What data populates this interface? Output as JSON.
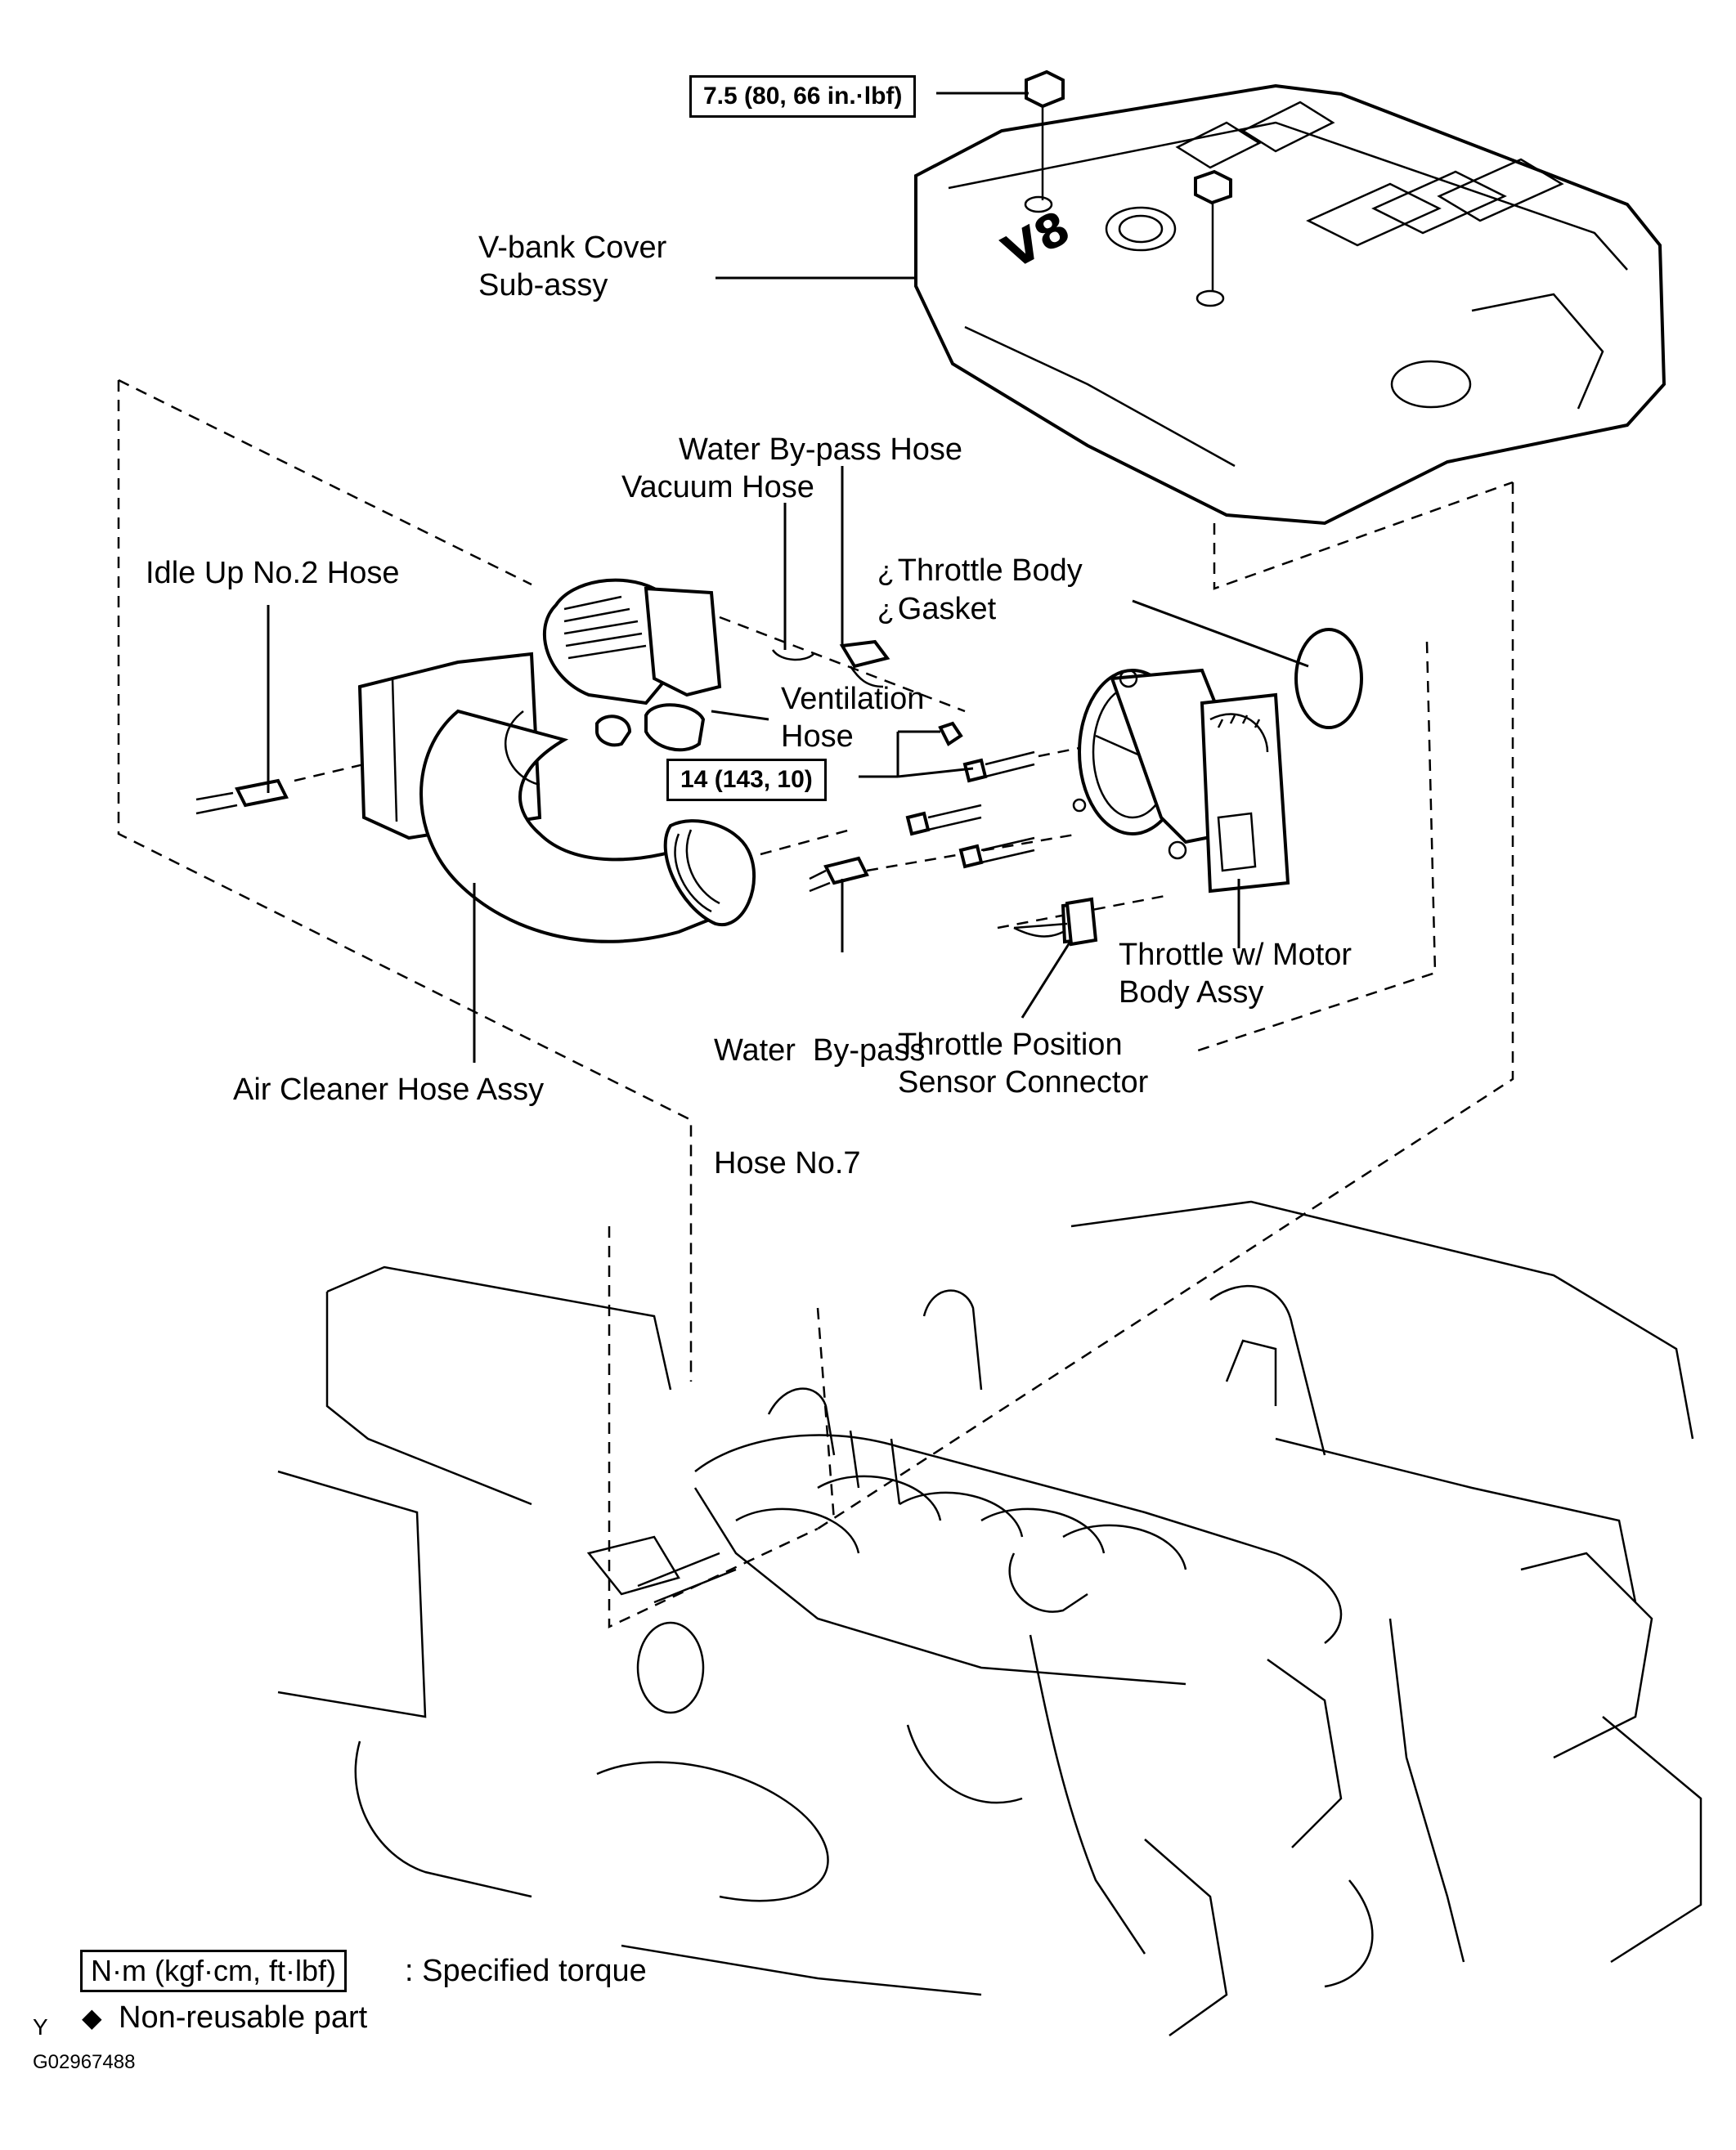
{
  "diagram": {
    "figure_id": "G02967488",
    "corner_mark": "Y",
    "labels": {
      "vbank_cover": [
        "V-bank Cover",
        "Sub-assy"
      ],
      "water_bypass_hose": "Water By-pass Hose",
      "vacuum_hose": "Vacuum Hose",
      "idle_up_hose": "Idle Up No.2 Hose",
      "throttle_body_gasket": [
        "Throttle Body",
        "Gasket"
      ],
      "ventilation_hose": [
        "Ventilation",
        "Hose"
      ],
      "water_bypass_hose_7": [
        "Water  By-pass",
        "Hose No.7"
      ],
      "throttle_motor_body": [
        "Throttle w/ Motor",
        "Body Assy"
      ],
      "throttle_position_sensor": [
        "Throttle Position",
        "Sensor Connector"
      ],
      "air_cleaner_hose": "Air Cleaner Hose Assy"
    },
    "torque_specs": {
      "cover_nut": "7.5 (80, 66 in.·lbf)",
      "throttle_bolts": "14 (143, 10)"
    },
    "non_reusable_mark": "¿",
    "legend": {
      "torque_box": "N·m (kgf·cm, ft·lbf)",
      "torque_text": ": Specified torque",
      "nonreusable_symbol": "◆",
      "nonreusable_text": "Non-reusable part"
    }
  }
}
